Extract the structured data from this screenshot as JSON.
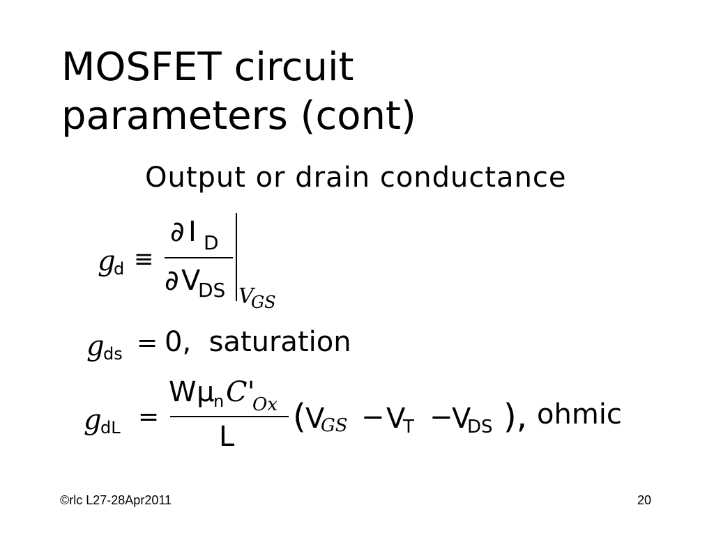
{
  "slide": {
    "title_line1": "MOSFET circuit",
    "title_line2": "parameters (cont)",
    "subtitle": "Output or drain conductance"
  },
  "eq1": {
    "lhs_sym": "g",
    "lhs_sub": "d",
    "op": "≡",
    "num_partial": "∂",
    "num_var": "I",
    "num_sub": "D",
    "den_partial": "∂",
    "den_var": "V",
    "den_sub": "DS",
    "eval_var": "V",
    "eval_sub": "GS"
  },
  "eq2": {
    "lhs_sym": "g",
    "lhs_sub": "ds",
    "op": "=",
    "rhs": "0,  saturation"
  },
  "eq3": {
    "lhs_sym": "g",
    "lhs_sub": "dL",
    "op": "=",
    "num_W": "W",
    "num_mu": "μ",
    "num_mu_sub": "n",
    "num_C": "C'",
    "num_C_sub": "Ox",
    "den": "L",
    "lparen": "(",
    "v1": "V",
    "v1_sub": "GS",
    "minus1": "−",
    "v2": "V",
    "v2_sub": "T",
    "minus2": "−",
    "v3": "V",
    "v3_sub": "DS",
    "rparen": "),",
    "tail": "ohmic"
  },
  "footer": {
    "left": "©rlc L27-28Apr2011",
    "right": "20"
  }
}
